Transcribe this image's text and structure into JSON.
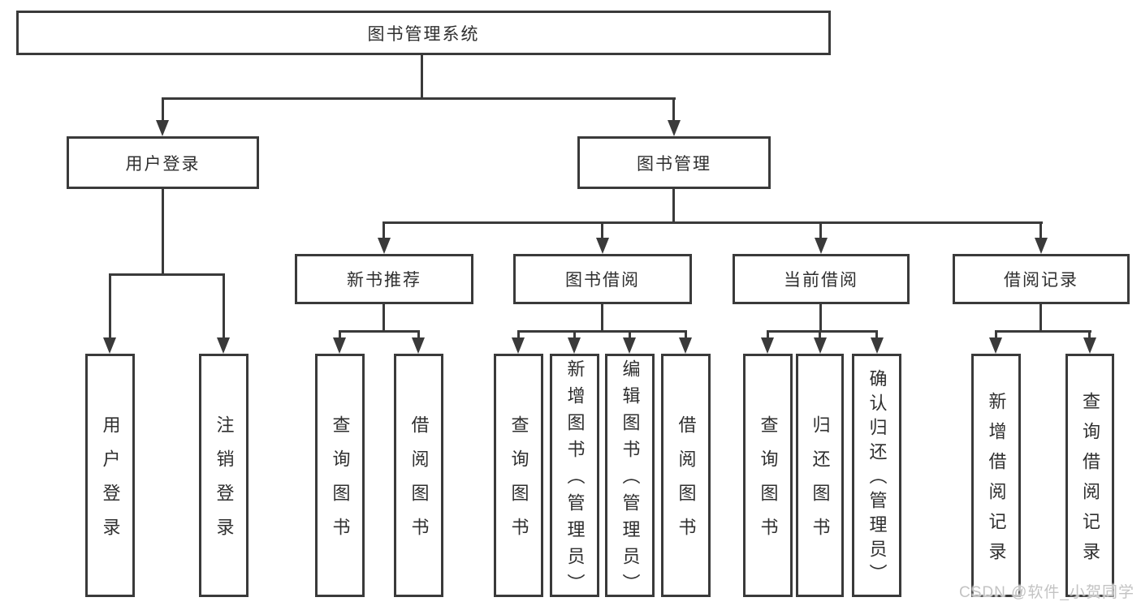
{
  "diagram": {
    "root": {
      "label": "图书管理系统"
    },
    "branches": [
      {
        "label": "用户登录",
        "children": [
          {
            "label": "用户登录"
          },
          {
            "label": "注销登录"
          }
        ]
      },
      {
        "label": "图书管理",
        "children": [
          {
            "label": "新书推荐",
            "children": [
              {
                "label": "查询图书"
              },
              {
                "label": "借阅图书"
              }
            ]
          },
          {
            "label": "图书借阅",
            "children": [
              {
                "label": "查询图书"
              },
              {
                "label": "新增图书（管理员）"
              },
              {
                "label": "编辑图书（管理员）"
              },
              {
                "label": "借阅图书"
              }
            ]
          },
          {
            "label": "当前借阅",
            "children": [
              {
                "label": "查询图书"
              },
              {
                "label": "归还图书"
              },
              {
                "label": "确认归还（管理员）"
              }
            ]
          },
          {
            "label": "借阅记录",
            "children": [
              {
                "label": "新增借阅记录"
              },
              {
                "label": "查询借阅记录"
              }
            ]
          }
        ]
      }
    ]
  },
  "watermark": {
    "text": "CSDN @软件_小贺同学"
  },
  "colors": {
    "background": "#ffffff",
    "line": "#3a3a3a",
    "box_border": "#3a3a3a",
    "text": "#2f2f2f",
    "watermark": "#c3c3c3"
  }
}
